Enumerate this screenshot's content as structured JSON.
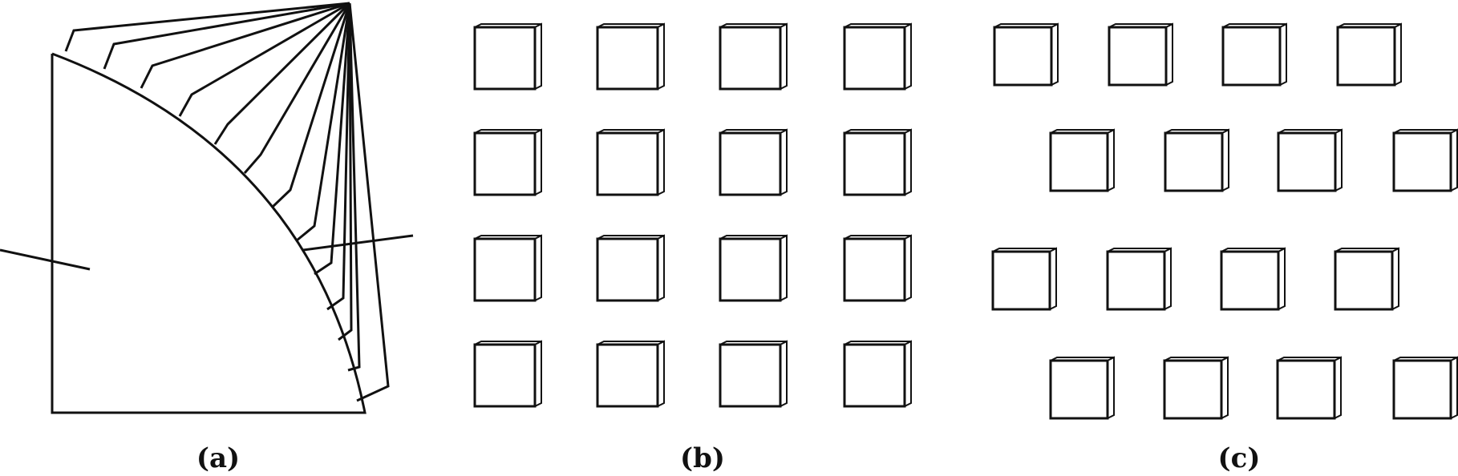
{
  "panels": [
    {
      "id": "a",
      "caption": "(a)",
      "content": "fan-of-sectors"
    },
    {
      "id": "b",
      "caption": "(b)",
      "content": "square-grid",
      "rows": 4,
      "cols": 4
    },
    {
      "id": "c",
      "caption": "(c)",
      "content": "staggered-grid",
      "rows": 4,
      "cols": 4
    }
  ],
  "colors": {
    "stroke": "#111111",
    "background": "#ffffff"
  }
}
